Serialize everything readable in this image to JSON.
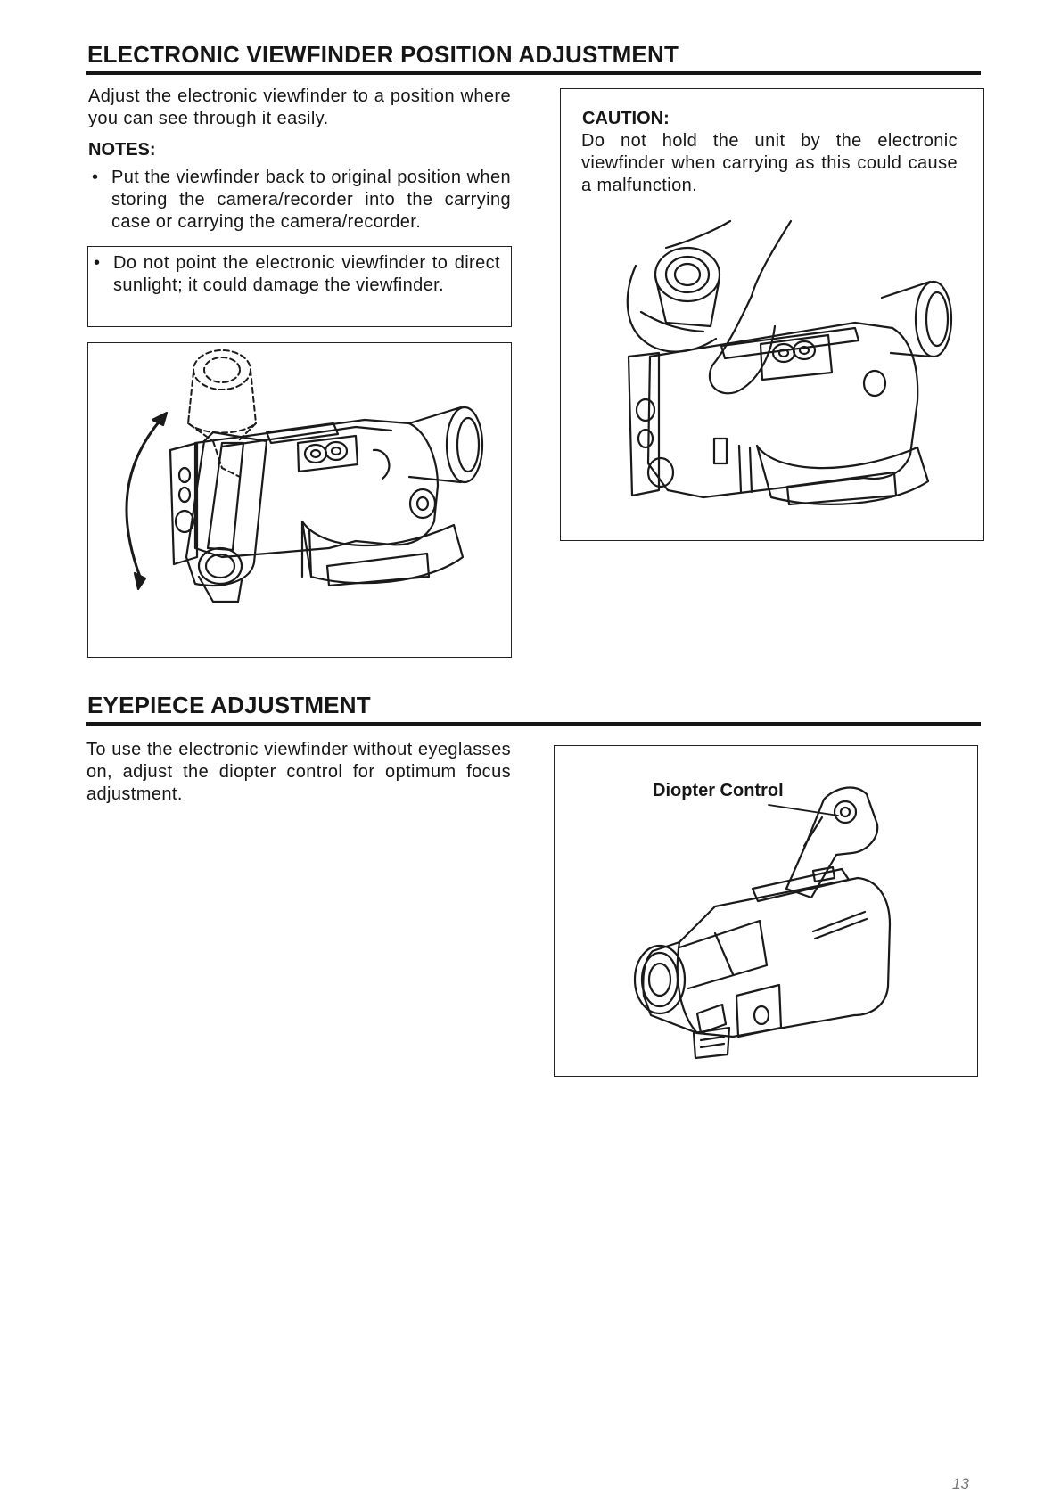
{
  "sections": {
    "viewfinder": {
      "title": "ELECTRONIC VIEWFINDER POSITION ADJUSTMENT",
      "intro": "Adjust the electronic viewfinder to a position where you can see through it easily.",
      "notes_label": "NOTES:",
      "notes": [
        "Put the viewfinder back to original position when storing the camera/recorder into the carrying case or carrying the camera/recorder.",
        "Do not point the electronic viewfinder to direct sunlight; it could damage the viewfinder."
      ],
      "caution_label": "CAUTION:",
      "caution_text": "Do not hold the unit by the electronic viewfinder when carrying as this could cause a malfunction."
    },
    "eyepiece": {
      "title": "EYEPIECE ADJUSTMENT",
      "text": "To use the electronic viewfinder without eyeglasses on, adjust the diopter control for optimum focus adjustment.",
      "callout": "Diopter Control"
    }
  },
  "bullet_glyph": "•",
  "page_number": "13"
}
